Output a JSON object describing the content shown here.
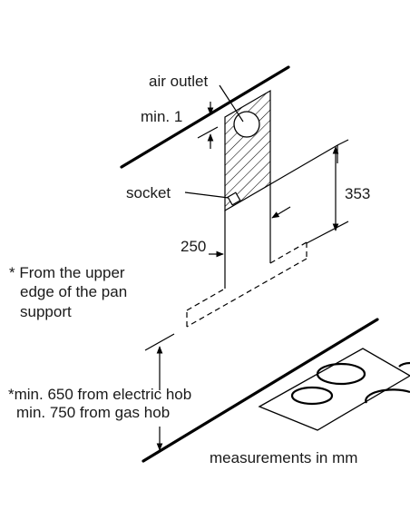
{
  "labels": {
    "air_outlet": "air outlet",
    "min_1": "min. 1",
    "socket": "socket",
    "dim_353": "353",
    "dim_250": "250",
    "note_upper_1": "* From the upper",
    "note_upper_2": "edge of the pan",
    "note_upper_3": "support",
    "min_650": "*min. 650 from electric hob",
    "min_750": "min. 750 from gas hob",
    "measurements": "measurements in mm"
  },
  "colors": {
    "line": "#000000",
    "text": "#1a1a1a",
    "background": "#ffffff"
  }
}
